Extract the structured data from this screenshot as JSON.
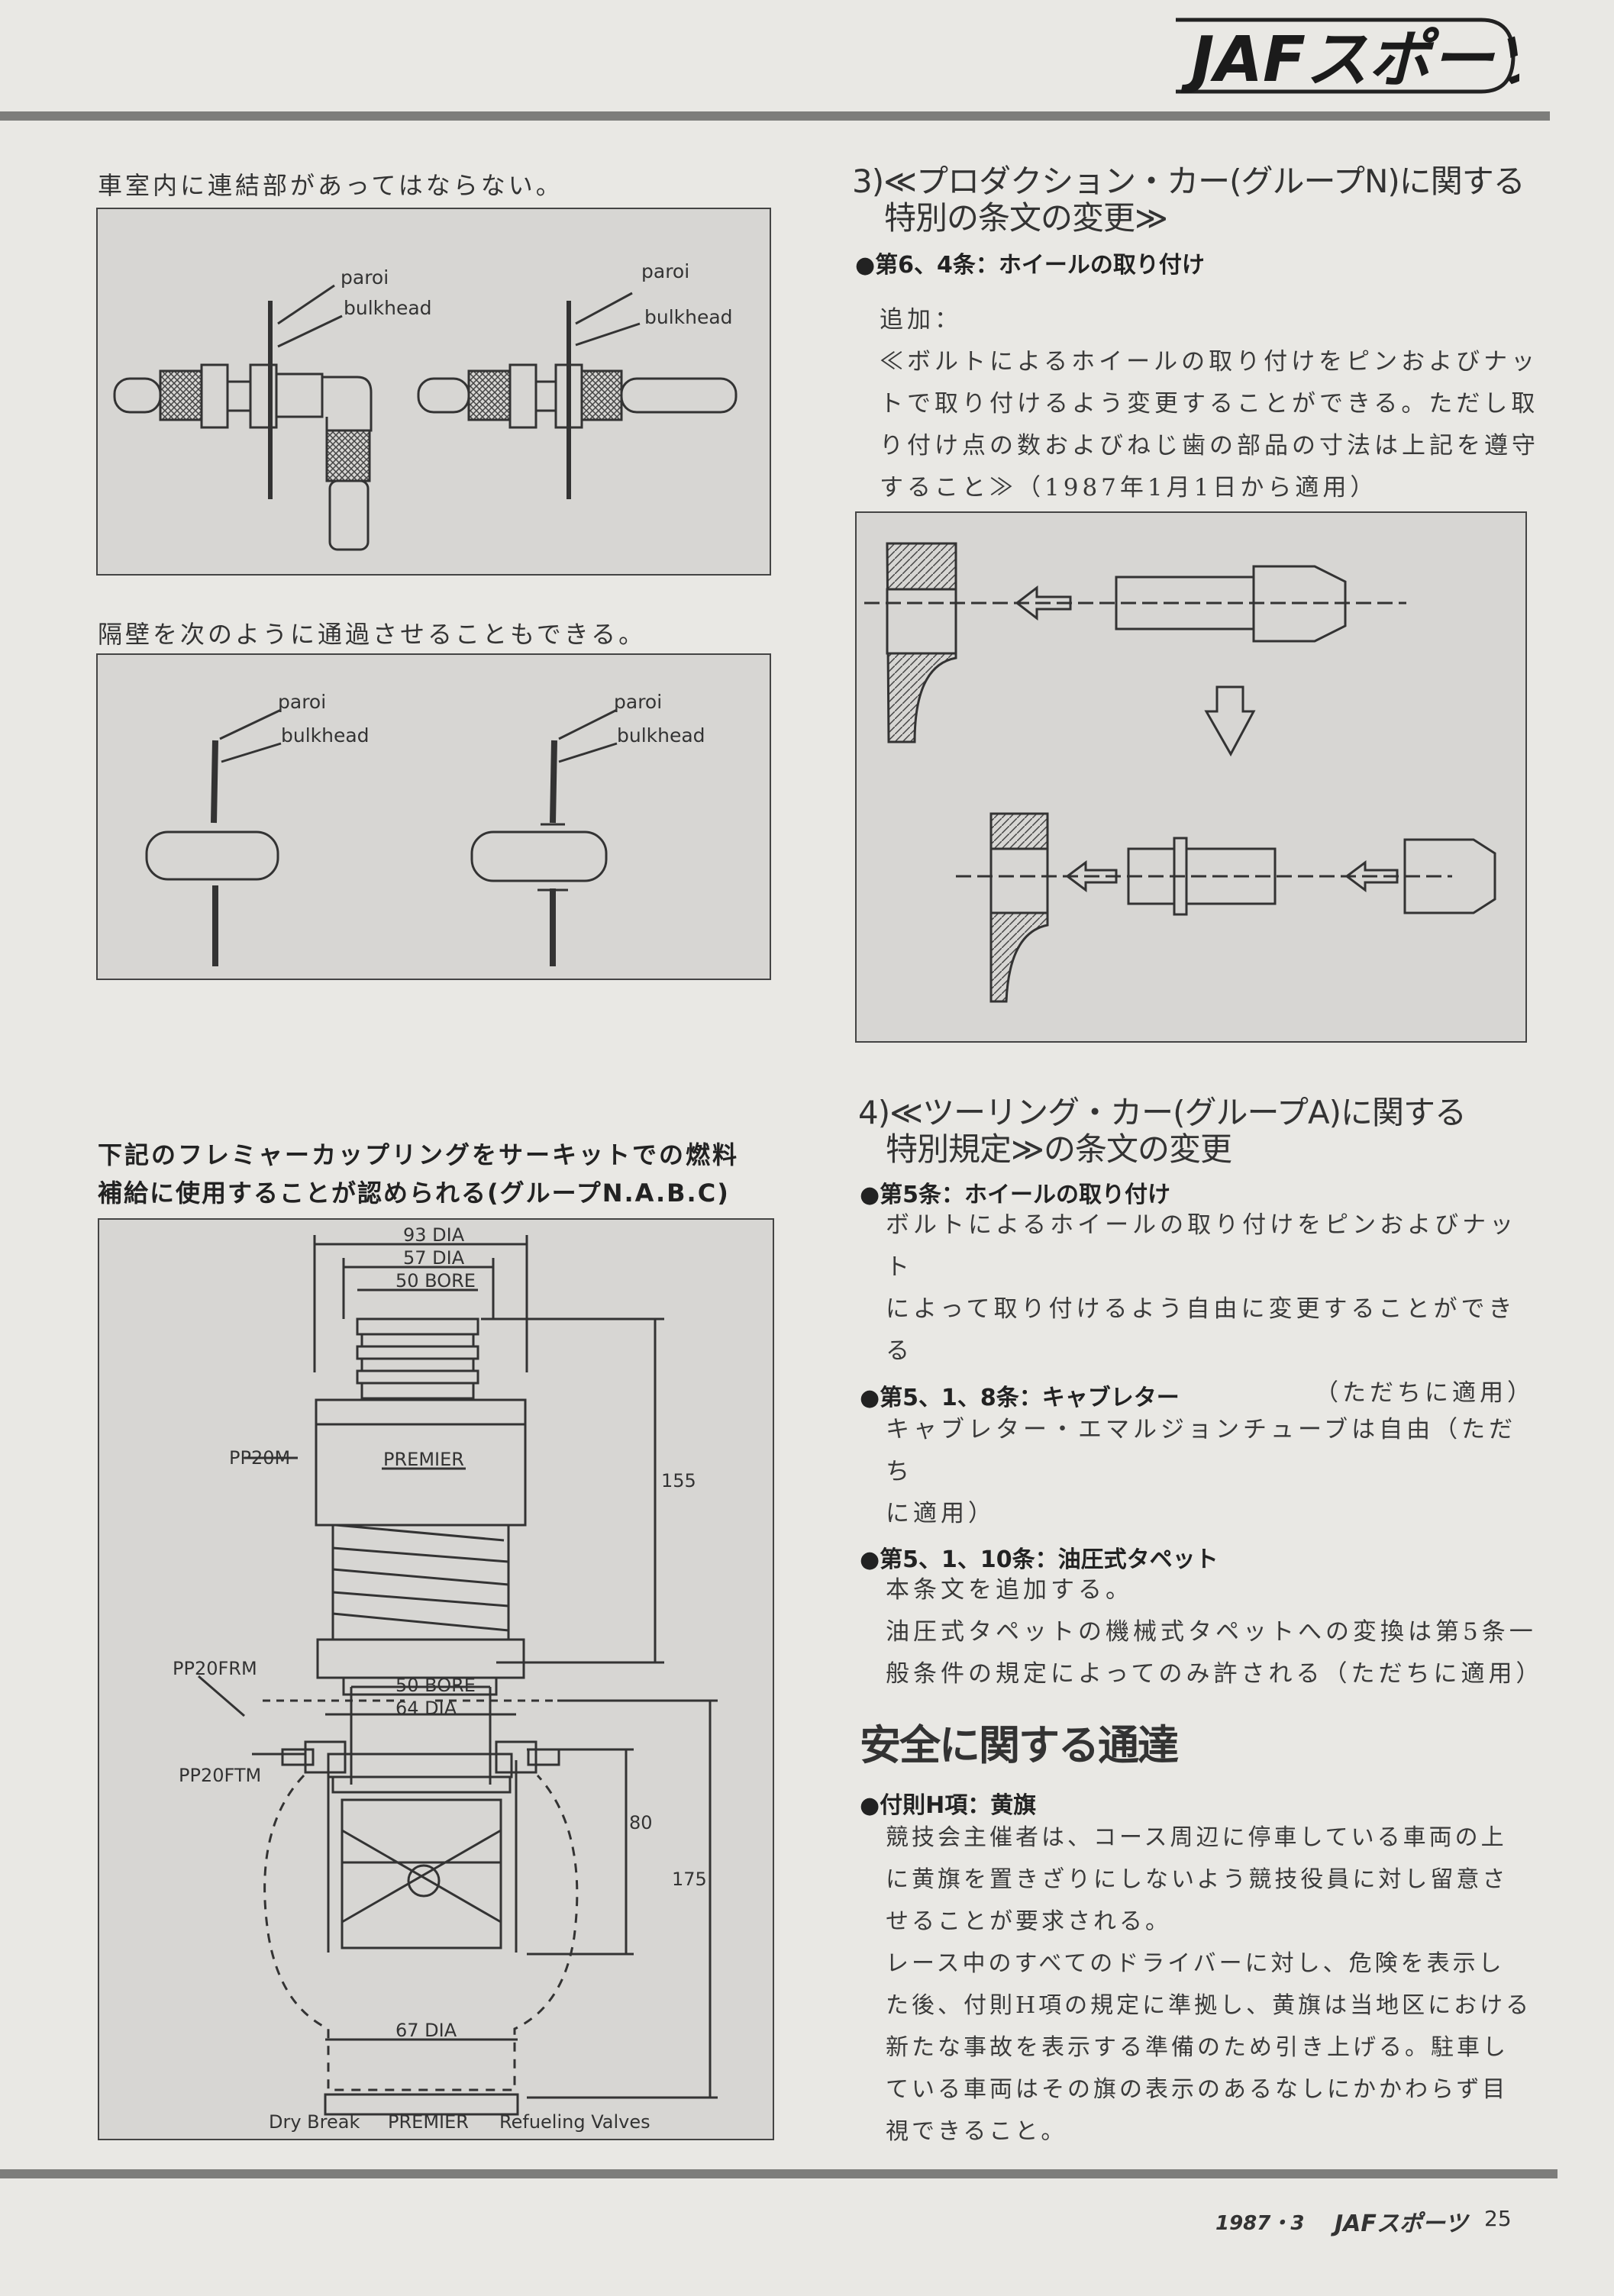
{
  "header": {
    "logo_text": "JAFスポーツ"
  },
  "left": {
    "caption1": "車室内に連結部があってはならない。",
    "caption2": "隔壁を次のように通過させることもできる。",
    "fig_labels": {
      "paroi": "paroi",
      "bulkhead": "bulkhead"
    },
    "coupling_intro_line1": "下記のフレミャーカップリングをサーキットでの燃料",
    "coupling_intro_line2": "補給に使用することが認められる(グループN.A.B.C)",
    "coupling": {
      "dim_93": "93 DIA",
      "dim_57": "57 DIA",
      "dim_50": "50 BORE",
      "pp20m": "PP20M",
      "premier_top": "PREMIER",
      "dim_155": "155",
      "pp20frm": "PP20FRM",
      "dim_50b": "50 BORE",
      "dim_64": "64 DIA",
      "pp20ftm": "PP20FTM",
      "dim_80": "80",
      "dim_175": "175",
      "dim_67": "67 DIA",
      "caption_a": "Dry Break",
      "caption_b": "PREMIER",
      "caption_c": "Refueling Valves"
    }
  },
  "right": {
    "sec3_title_line1": "3)≪プロダクション・カー(グループN)に関する",
    "sec3_title_line2": "特別の条文の変更≫",
    "sec3_item": "●第6、4条：ホイールの取り付け",
    "sec3_body": [
      "追加：",
      "≪ボルトによるホイールの取り付けをピンおよびナッ",
      "トで取り付けるよう変更することができる。ただし取",
      "り付け点の数およびねじ歯の部品の寸法は上記を遵守",
      "すること≫（1987年1月1日から適用）"
    ],
    "sec4_title_line1": "4)≪ツーリング・カー(グループA)に関する",
    "sec4_title_line2": "特別規定≫の条文の変更",
    "sec4_item1": "●第5条：ホイールの取り付け",
    "sec4_item1_body": [
      "ボルトによるホイールの取り付けをピンおよびナット",
      "によって取り付けるよう自由に変更することができる",
      "（ただちに適用）"
    ],
    "sec4_item2": "●第5、1、8条：キャブレター",
    "sec4_item2_body": [
      "キャブレター・エマルジョンチューブは自由（ただち",
      "に適用）"
    ],
    "sec4_item3": "●第5、1、10条：油圧式タペット",
    "sec4_item3_body": [
      "本条文を追加する。",
      "油圧式タペットの機械式タペットへの変換は第5条一",
      "般条件の規定によってのみ許される（ただちに適用）"
    ],
    "safety_title": "安全に関する通達",
    "safety_item": "●付則H項：黄旗",
    "safety_body": [
      "競技会主催者は、コース周辺に停車している車両の上",
      "に黄旗を置きざりにしないよう競技役員に対し留意さ",
      "せることが要求される。",
      "レース中のすべてのドライバーに対し、危険を表示し",
      "た後、付則H項の規定に準拠し、黄旗は当地区における",
      "新たな事故を表示する準備のため引き上げる。駐車し",
      "ている車両はその旗の表示のあるなしにかかわらず目",
      "視できること。"
    ]
  },
  "footer": {
    "issue": "1987・3",
    "magazine": "JAFスポーツ",
    "page": "25"
  }
}
